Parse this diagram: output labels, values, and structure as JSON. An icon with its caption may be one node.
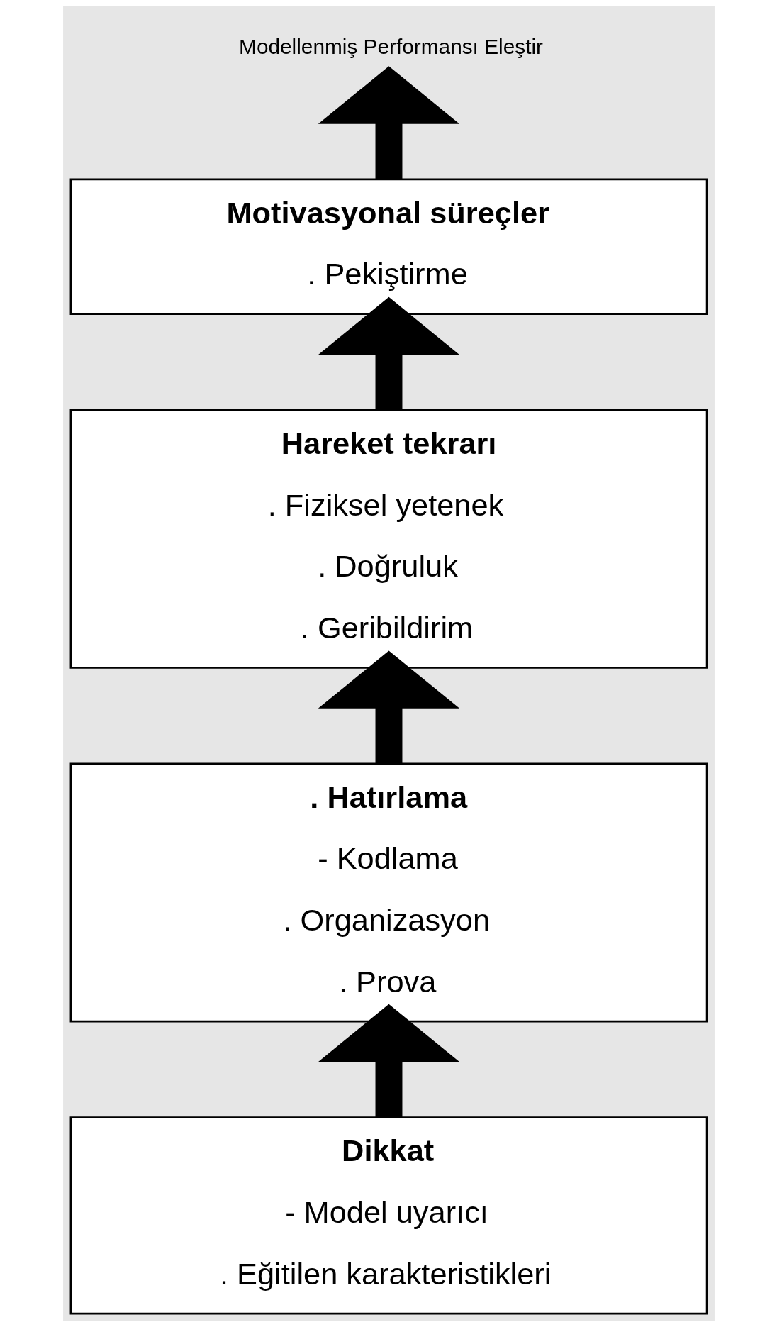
{
  "diagram": {
    "nodes": [
      {
        "text": [
          "Modellenmiş Performansı Eleştir"
        ]
      },
      {
        "text": [
          "Motivasyonal süreçler",
          ". Pekiştirme"
        ]
      },
      {
        "text": [
          "Hareket tekrarı",
          ". Fiziksel yetenek",
          ". Doğruluk",
          ". Geribildirim"
        ]
      },
      {
        "text": [
          ". Hatırlama",
          "- Kodlama",
          ". Organizasyon",
          ". Prova"
        ]
      },
      {
        "text": [
          "Dikkat",
          "- Model uyarıcı",
          ". Eğitilen karakteristikleri"
        ]
      }
    ],
    "edges": [
      {
        "from": 4,
        "to": 3,
        "arrow": "to"
      },
      {
        "from": 3,
        "to": 2,
        "arrow": "to"
      },
      {
        "from": 2,
        "to": 1,
        "arrow": "to"
      },
      {
        "from": 1,
        "to": 0,
        "arrow": "to"
      }
    ]
  }
}
